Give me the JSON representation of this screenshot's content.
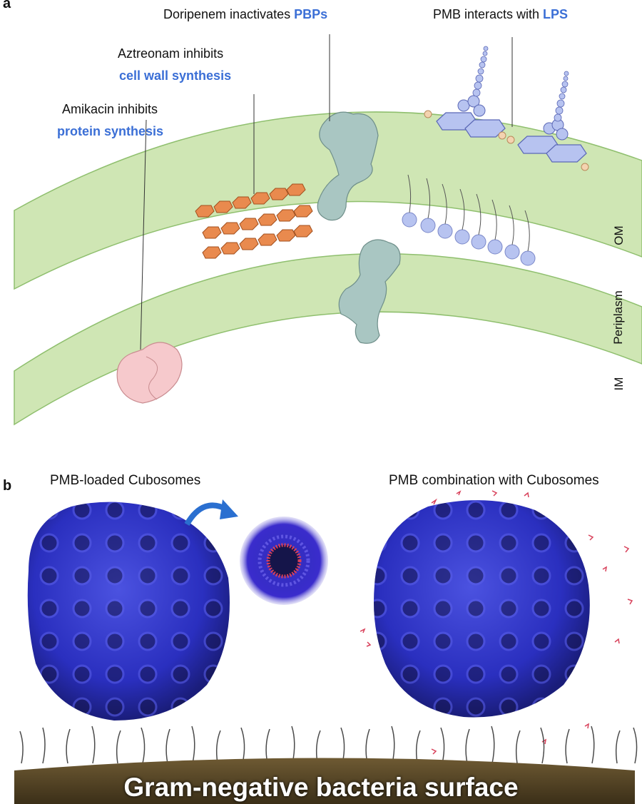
{
  "panel_a": {
    "letter": "a",
    "doripenem_prefix": "Doripenem inactivates ",
    "doripenem_target": "PBPs",
    "pmb_prefix": "PMB interacts with ",
    "pmb_target": "LPS",
    "aztreonam_line1": "Aztreonam inhibits",
    "aztreonam_line2": "cell wall synthesis",
    "amikacin_line1": "Amikacin inhibits",
    "amikacin_line2": "protein synthesis",
    "om_label": "OM",
    "periplasm_label": "Periplasm",
    "im_label": "IM"
  },
  "panel_b": {
    "letter": "b",
    "left_title": "PMB-loaded Cubosomes",
    "right_title": "PMB combination with Cubosomes",
    "surface_label": "Gram-negative bacteria surface"
  },
  "colors": {
    "highlight": "#3b6fd6",
    "membrane": "#cfe6b4",
    "membrane_edge": "#8fbf6e",
    "pbp": "#a9c6c2",
    "lps": "#b7c3f0",
    "peptidoglycan": "#e98a4e",
    "ribosome": "#f6c9cc",
    "cubosome": "#2a2fbf",
    "surface": "#5b4a2a"
  }
}
